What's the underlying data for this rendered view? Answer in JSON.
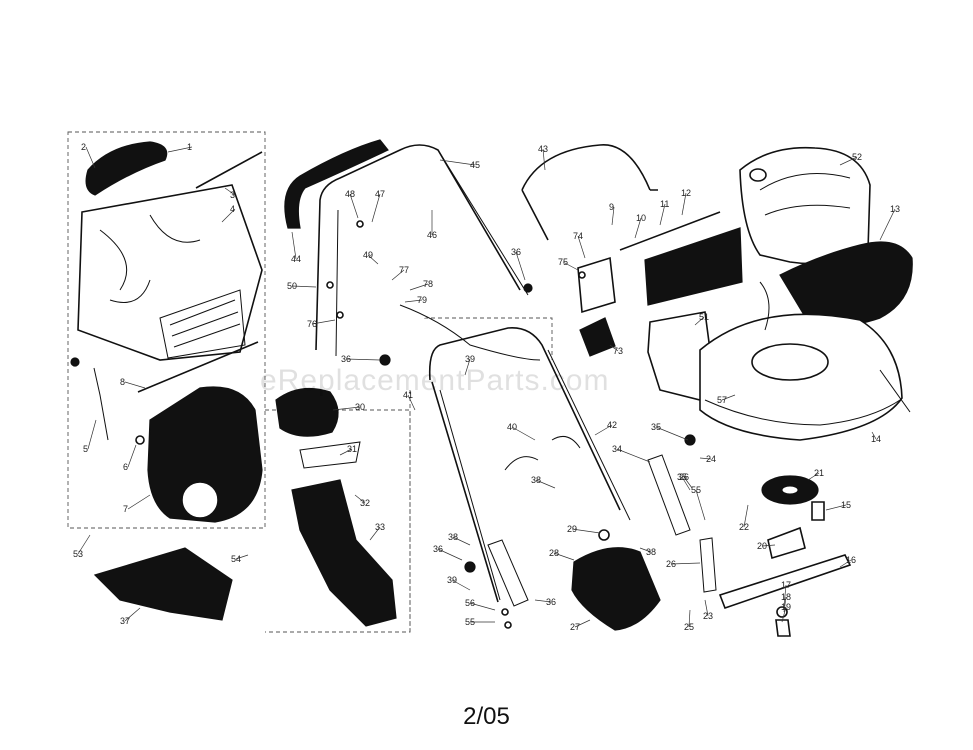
{
  "watermark": "eReplacementParts.com",
  "footer": {
    "date": "2/05"
  },
  "callouts": [
    "1",
    "2",
    "3",
    "4",
    "5",
    "6",
    "7",
    "8",
    "9",
    "10",
    "11",
    "12",
    "13",
    "14",
    "15",
    "16",
    "17",
    "18",
    "19",
    "20",
    "21",
    "22",
    "23",
    "24",
    "25",
    "26",
    "26",
    "27",
    "28",
    "29",
    "30",
    "31",
    "32",
    "33",
    "34",
    "35",
    "35",
    "36",
    "36",
    "36",
    "36",
    "37",
    "38",
    "38",
    "38",
    "39",
    "39",
    "40",
    "41",
    "42",
    "43",
    "44",
    "45",
    "46",
    "47",
    "48",
    "49",
    "50",
    "51",
    "52",
    "53",
    "54",
    "55",
    "55",
    "56",
    "57",
    "73",
    "74",
    "75",
    "76",
    "77",
    "78",
    "79"
  ]
}
